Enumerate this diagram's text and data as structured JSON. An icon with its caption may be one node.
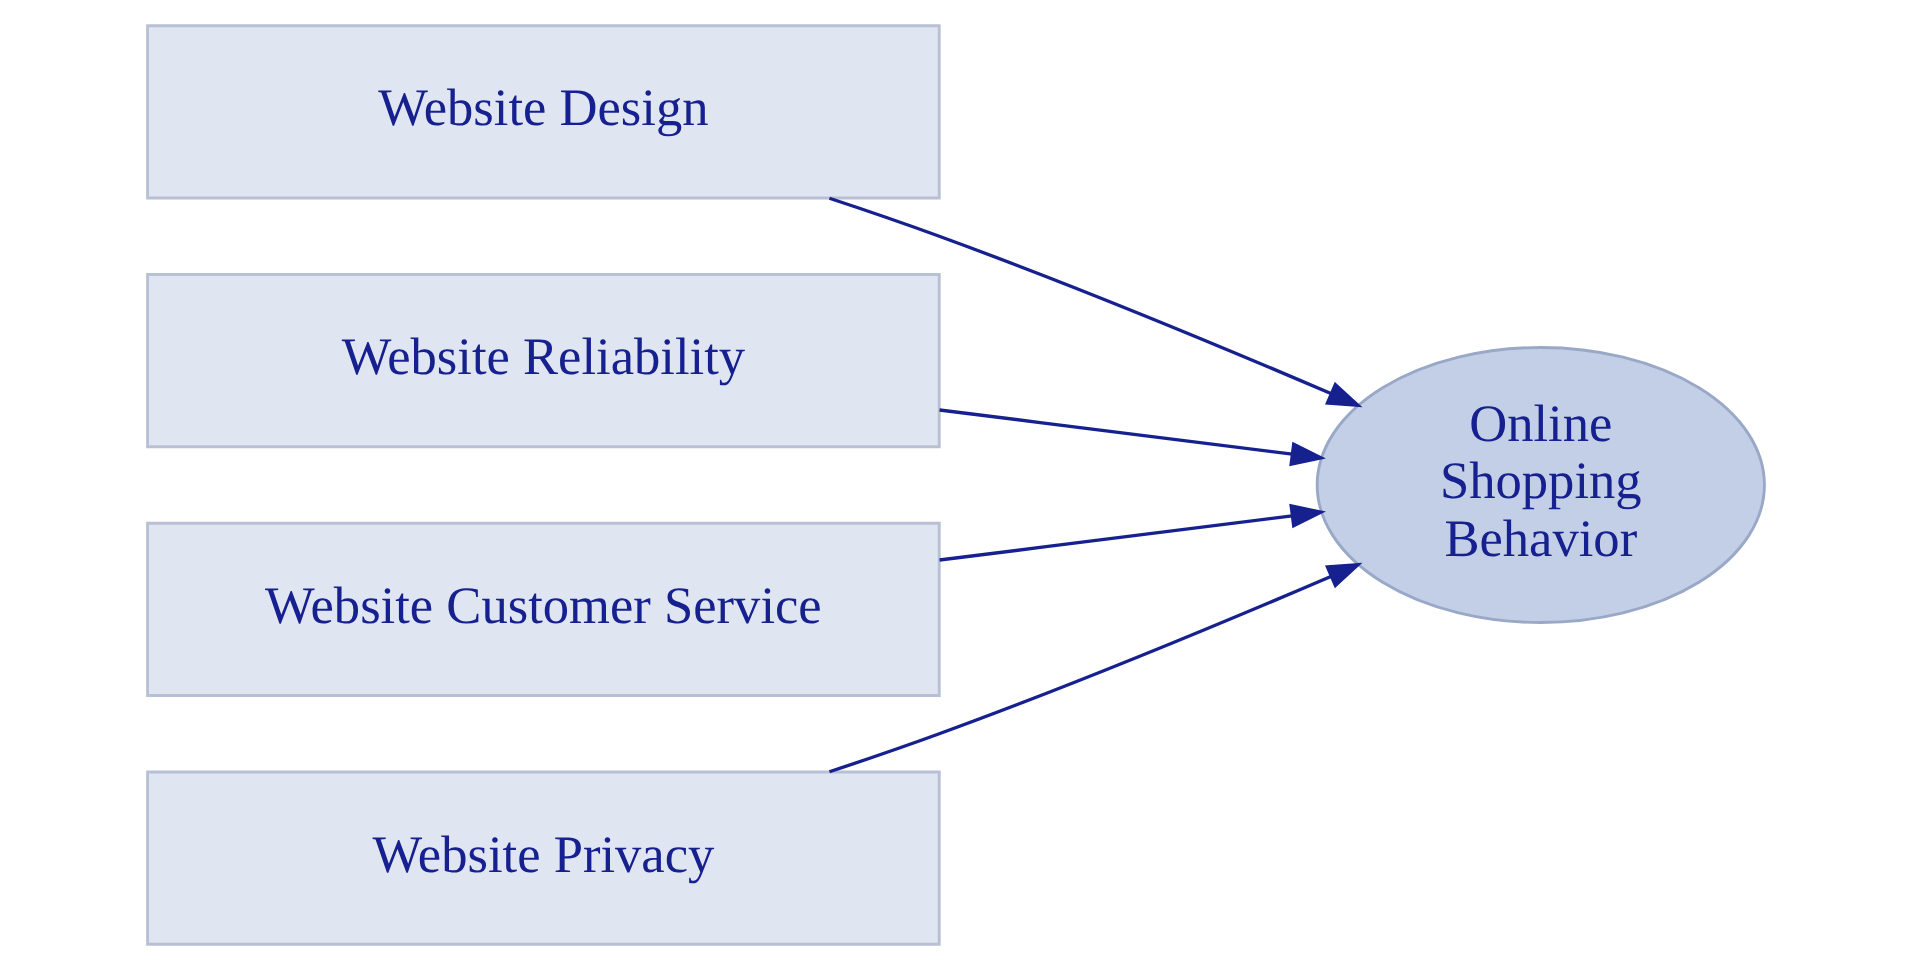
{
  "diagram": {
    "nodes": [
      {
        "text": [
          "Website Design"
        ]
      },
      {
        "text": [
          "Website Reliability"
        ]
      },
      {
        "text": [
          "Website Customer Service"
        ]
      },
      {
        "text": [
          "Website Privacy"
        ]
      },
      {
        "text": [
          "Online Shopping Behavior"
        ]
      }
    ],
    "edges": [
      {
        "from": 0,
        "to": 4,
        "arrow": "to"
      },
      {
        "from": 1,
        "to": 4,
        "arrow": "to"
      },
      {
        "from": 2,
        "to": 4,
        "arrow": "to"
      },
      {
        "from": 3,
        "to": 4,
        "arrow": "to"
      }
    ]
  }
}
